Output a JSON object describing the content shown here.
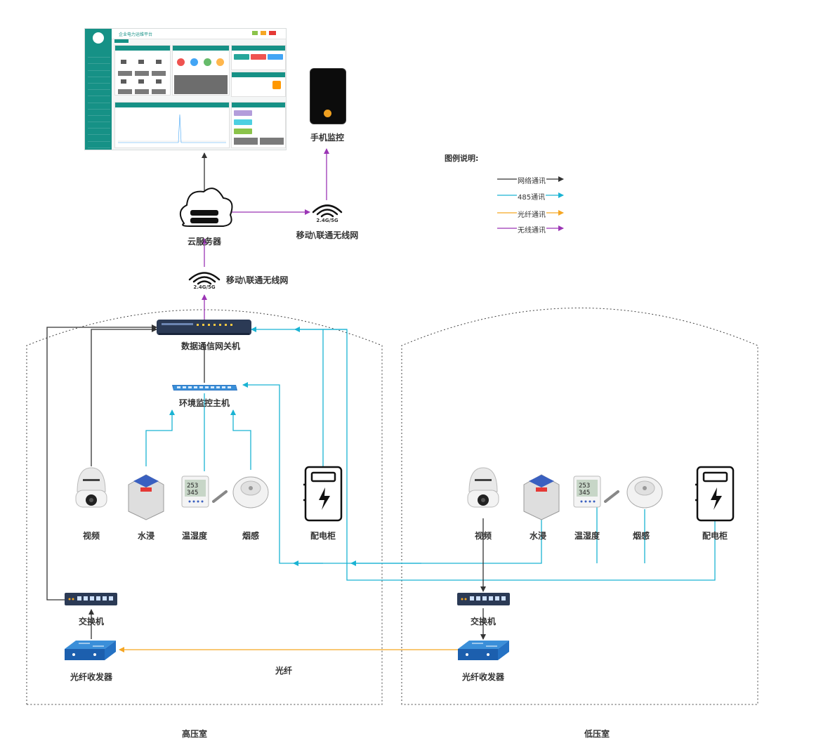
{
  "legend": {
    "title": "图例说明:",
    "items": [
      {
        "label": "网络通讯",
        "color": "#333333"
      },
      {
        "label": "485通讯",
        "color": "#1ab3d3"
      },
      {
        "label": "光纤通讯",
        "color": "#f5a623"
      },
      {
        "label": "无线通讯",
        "color": "#9b35b5"
      }
    ]
  },
  "nodes": {
    "phone": "手机监控",
    "cloud": "云服务器",
    "wifi_top_band": "2.4G/5G",
    "wifi_top_label": "移动\\联通无线网",
    "wifi_mid_band": "2.4G/5G",
    "wifi_mid_label": "移动\\联通无线网",
    "gateway": "数据通信网关机",
    "env_host": "环境监控主机",
    "high": {
      "video": "视频",
      "water": "水浸",
      "temp": "温湿度",
      "smoke": "烟感",
      "cabinet": "配电柜",
      "switch": "交换机",
      "transceiver": "光纤收发器",
      "room": "高压室"
    },
    "low": {
      "video": "视频",
      "water": "水浸",
      "temp": "温湿度",
      "smoke": "烟感",
      "cabinet": "配电柜",
      "switch": "交换机",
      "transceiver": "光纤收发器",
      "room": "低压室"
    },
    "fiber": "光纤"
  },
  "dashboard": {
    "title": "企业电力运维平台"
  },
  "sensor_readout": {
    "top": "253",
    "bottom": "345"
  }
}
